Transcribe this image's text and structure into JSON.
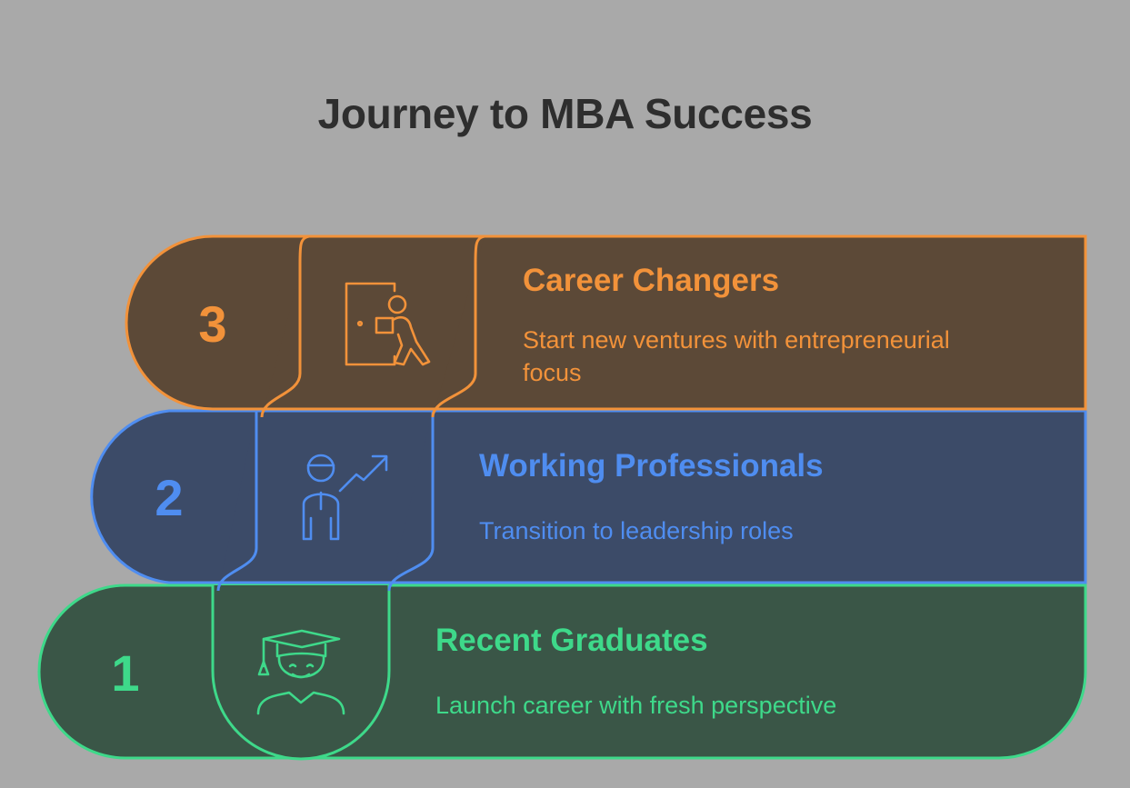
{
  "title": "Journey to MBA Success",
  "colors": {
    "background": "#a9a9a9",
    "title": "#2e2e2e"
  },
  "steps": [
    {
      "number": "3",
      "heading": "Career Changers",
      "description_lines": [
        "Start new ventures with entrepreneurial",
        "focus"
      ],
      "icon": "person-exiting-door-with-box-icon",
      "stroke": "#f2923a",
      "fill": "#5c4937"
    },
    {
      "number": "2",
      "heading": "Working Professionals",
      "description_lines": [
        "Transition to leadership roles"
      ],
      "icon": "professional-growth-arrow-icon",
      "stroke": "#4f8df0",
      "fill": "#3c4b68"
    },
    {
      "number": "1",
      "heading": "Recent Graduates",
      "description_lines": [
        "Launch career with fresh perspective"
      ],
      "icon": "graduate-with-cap-icon",
      "stroke": "#3ed98a",
      "fill": "#3a5647"
    }
  ]
}
